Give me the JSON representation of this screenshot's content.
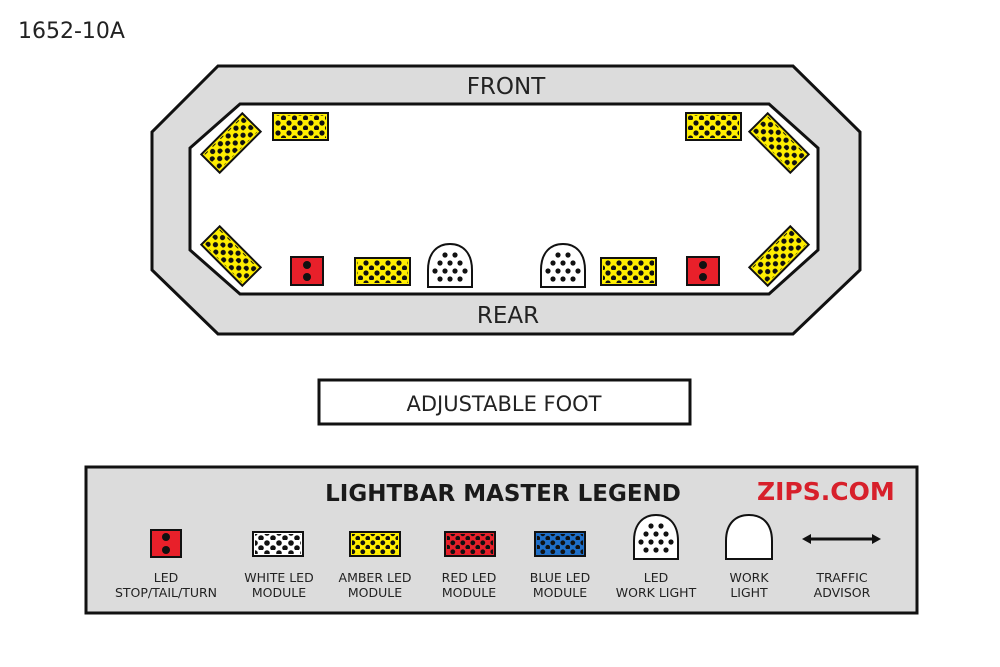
{
  "model_code": "1652-10A",
  "bar": {
    "front_label": "FRONT",
    "rear_label": "REAR"
  },
  "foot": {
    "label": "ADJUSTABLE FOOT"
  },
  "legend": {
    "title": "LIGHTBAR MASTER LEGEND",
    "brand": "ZIPS.COM",
    "items": [
      {
        "icon": "stop-tail-turn-icon",
        "line1": "LED",
        "line2": "STOP/TAIL/TURN"
      },
      {
        "icon": "white-led-module-icon",
        "line1": "WHITE LED",
        "line2": "MODULE"
      },
      {
        "icon": "amber-led-module-icon",
        "line1": "AMBER LED",
        "line2": "MODULE"
      },
      {
        "icon": "red-led-module-icon",
        "line1": "RED LED",
        "line2": "MODULE"
      },
      {
        "icon": "blue-led-module-icon",
        "line1": "BLUE LED",
        "line2": "MODULE"
      },
      {
        "icon": "led-work-light-icon",
        "line1": "LED",
        "line2": "WORK LIGHT"
      },
      {
        "icon": "work-light-icon",
        "line1": "WORK",
        "line2": "LIGHT"
      },
      {
        "icon": "traffic-advisor-icon",
        "line1": "TRAFFIC",
        "line2": "ADVISOR"
      }
    ]
  },
  "colors": {
    "amber": "#ffee00",
    "red": "#e8202a",
    "blue": "#1f6fc8",
    "white": "#ffffff",
    "frame_gray": "#dcdcdc",
    "brand_red": "#d7202b"
  }
}
